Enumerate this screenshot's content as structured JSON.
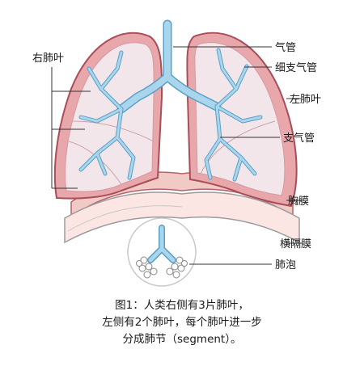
{
  "labels": {
    "right_lung": "右肺叶",
    "trachea": "气管",
    "bronchiole": "细支气管",
    "left_lung": "左肺叶",
    "bronchus": "支气管",
    "pleura": "胸膜",
    "diaphragm": "横隔膜",
    "alveoli": "肺泡"
  },
  "caption": {
    "line1": "图1：人类右侧有3片肺叶，",
    "line2": "左侧有2个肺叶，每个肺叶进一步",
    "line3": "分成肺节（segment）。"
  },
  "colors": {
    "lung_fill": "#f3e6ea",
    "lung_outline": "#c9717a",
    "pleura": "#e7a7ab",
    "airway": "#a9d6ec",
    "airway_stroke": "#5a9fc6",
    "diaphragm": "#f1c9c5"
  }
}
